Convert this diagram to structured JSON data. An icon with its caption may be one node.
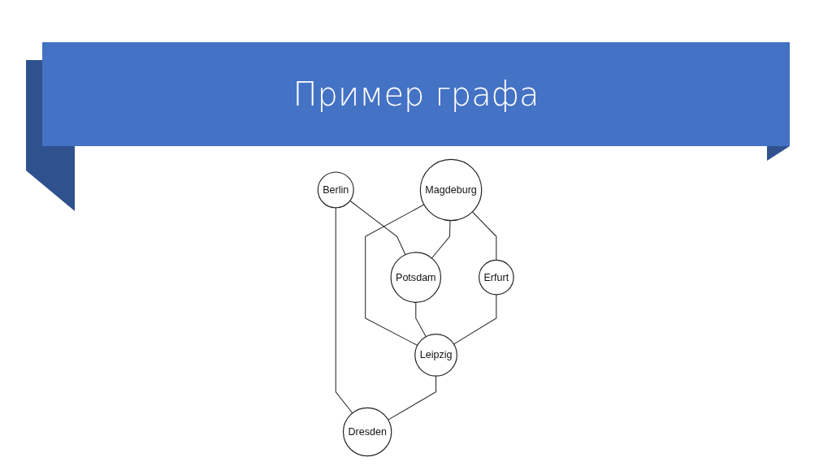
{
  "diagram": {
    "title": "Пример графа",
    "nodes": [
      {
        "text": [
          "Berlin"
        ]
      },
      {
        "text": [
          "Magdeburg"
        ]
      },
      {
        "text": [
          "Potsdam"
        ]
      },
      {
        "text": [
          "Dresden"
        ]
      },
      {
        "text": [
          "Leipzig"
        ]
      },
      {
        "text": [
          "Erfurt"
        ]
      }
    ],
    "edges": [
      {
        "from": 0,
        "to": 2,
        "arrow": "none"
      },
      {
        "from": 0,
        "to": 3,
        "arrow": "none"
      },
      {
        "from": 1,
        "to": 2,
        "arrow": "none"
      },
      {
        "from": 1,
        "to": 5,
        "arrow": "none"
      },
      {
        "from": 1,
        "to": 4,
        "arrow": "none"
      },
      {
        "from": 2,
        "to": 4,
        "arrow": "none"
      },
      {
        "from": 5,
        "to": 4,
        "arrow": "none"
      },
      {
        "from": 4,
        "to": 3,
        "arrow": "none"
      }
    ]
  }
}
